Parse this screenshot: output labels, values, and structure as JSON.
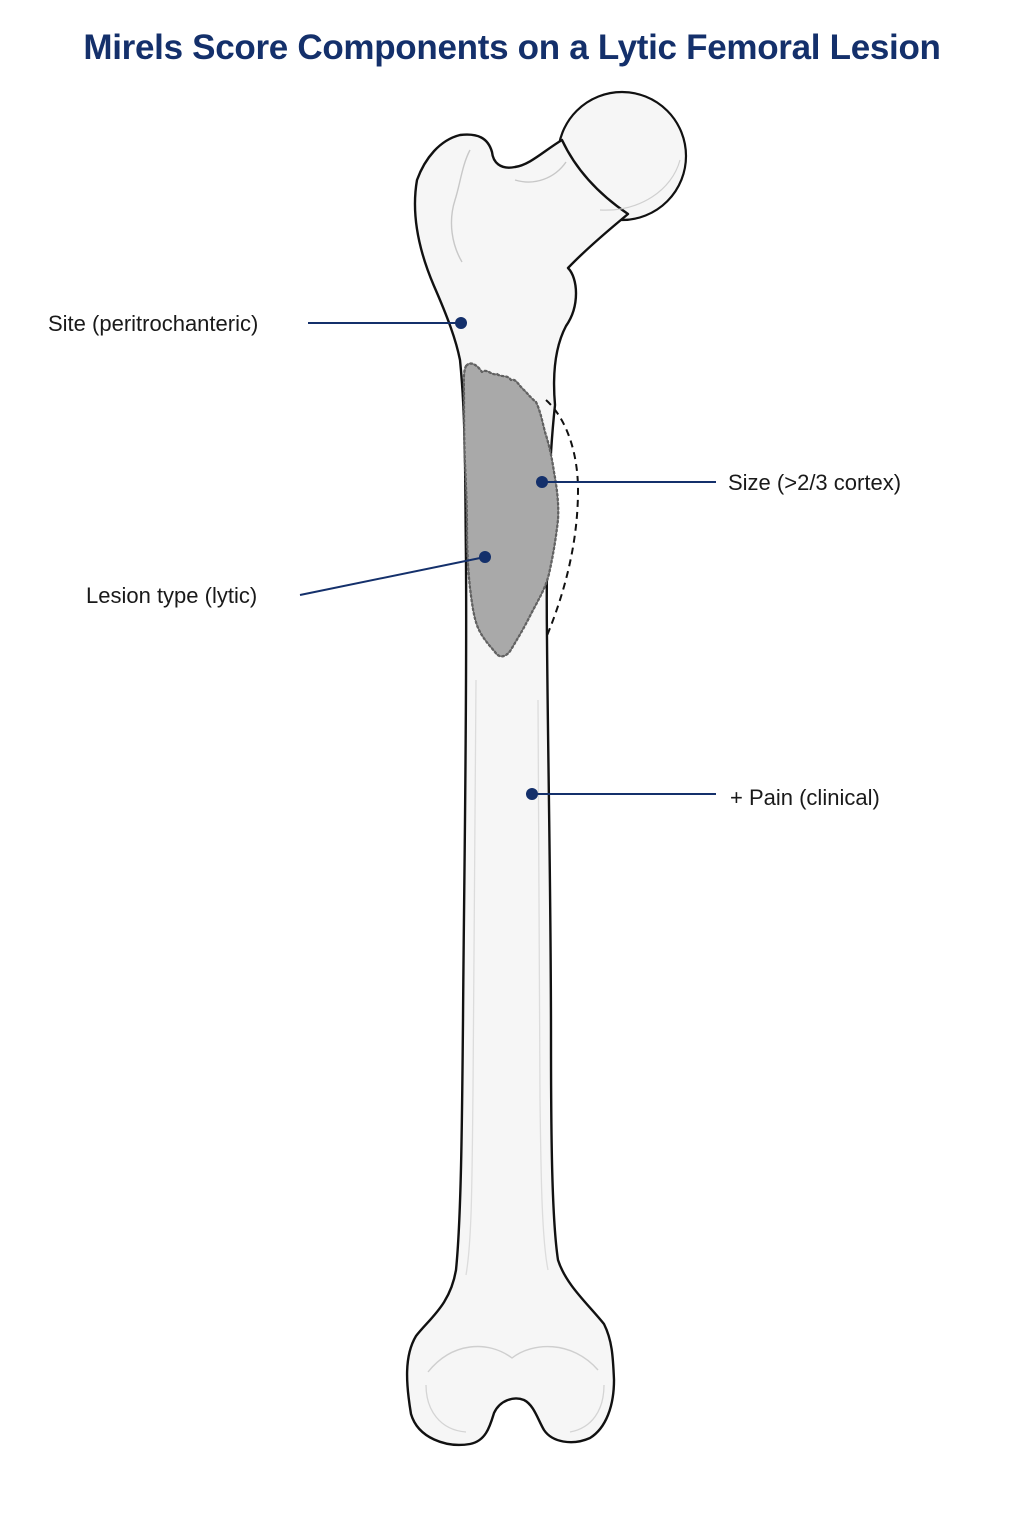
{
  "title": "Mirels Score Components on a Lytic Femoral Lesion",
  "labels": {
    "site": "Site (peritrochanteric)",
    "size": "Size (>2/3 cortex)",
    "lesion_type": "Lesion type (lytic)",
    "pain": "+ Pain (clinical)"
  },
  "colors": {
    "title": "#14306b",
    "leader": "#14306b",
    "bone_fill": "#f6f6f6",
    "bone_outline": "#111111",
    "lesion_fill": "#a9a9a9",
    "lesion_outline": "#555555"
  }
}
